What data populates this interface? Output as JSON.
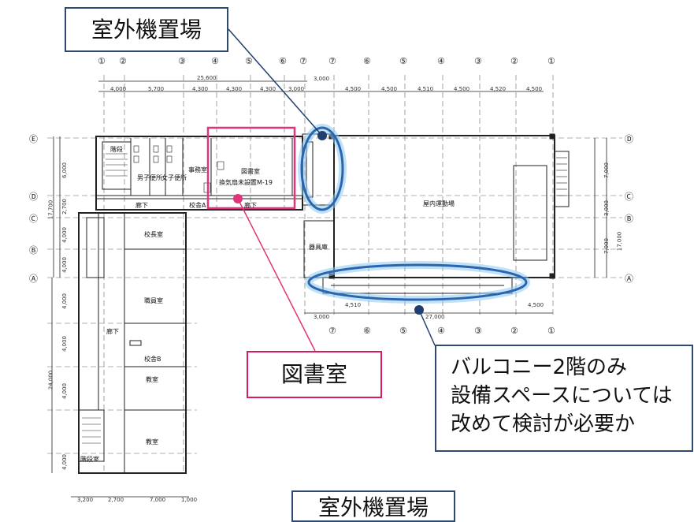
{
  "callouts": {
    "top": "室外機置場",
    "library": "図書室",
    "balcony": [
      "バルコニー2階のみ",
      "設備スペースについては",
      "改めて検討が必要か"
    ],
    "bottom": "室外機置場"
  },
  "plan": {
    "grid_top": [
      "①",
      "②",
      "③",
      "④",
      "⑤",
      "⑥",
      "⑦",
      "⑦",
      "⑥",
      "⑤",
      "④",
      "③",
      "②",
      "①"
    ],
    "grid_bottom": [
      "⑦",
      "⑥",
      "⑤",
      "④",
      "③",
      "②",
      "①"
    ],
    "grid_left": [
      "Ⓔ",
      "Ⓓ",
      "Ⓒ",
      "Ⓑ",
      "Ⓐ"
    ],
    "grid_right": [
      "Ⓓ",
      "Ⓒ",
      "Ⓑ",
      "Ⓐ"
    ],
    "dims_top": [
      "25,600",
      "4,000",
      "5,700",
      "4,300",
      "4,300",
      "4,300",
      "3,000",
      "3,000",
      "4,500",
      "4,500",
      "4,510",
      "4,500",
      "4,520",
      "4,500"
    ],
    "dims_bottom_right": [
      "3,000",
      "27,000",
      "4,510",
      "4,500"
    ],
    "dims_left": [
      "17,700",
      "6,000",
      "2,700",
      "4,000",
      "4,000",
      "4,000",
      "4,000",
      "24,000",
      "4,000",
      "4,000"
    ],
    "dims_right": [
      "7,000",
      "3,000",
      "7,000",
      "17,000"
    ],
    "dims_bottom_left": [
      "3,200",
      "2,700",
      "7,000",
      "1,000"
    ],
    "rooms": {
      "stairs_top": "階段",
      "wc_m": "男子便所",
      "wc_f": "女子便所",
      "office": "事務室",
      "library_title": "図書室",
      "library_note": "換気扇未設置M-19",
      "corridor1": "廊下",
      "school_a": "校舎A",
      "corridor2": "廊下",
      "gym": "屋内運動場",
      "storage": "器具庫",
      "principal": "校長室",
      "staff": "職員室",
      "corridor_v": "廊下",
      "school_b": "校舎B",
      "classroom1": "教室",
      "classroom2": "教室",
      "stairs_bottom": "階段室"
    }
  },
  "colors": {
    "blue_callout": "#2f4a72",
    "pink_callout": "#d81b60",
    "highlight": "#3b8de0",
    "leader_blue": "#1f3f6e"
  }
}
